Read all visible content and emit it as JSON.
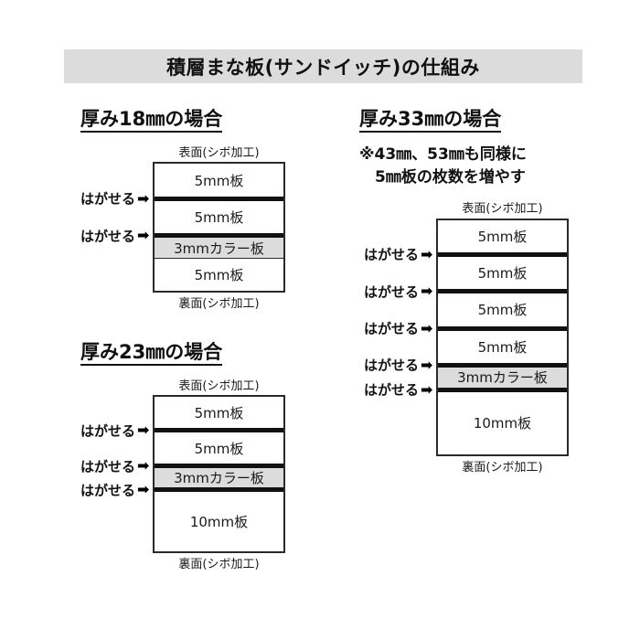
{
  "title": "積層まな板(サンドイッチ)の仕組み",
  "labels": {
    "front_face": "表面(シボ加工)",
    "back_face": "裏面(シボ加工)",
    "peelable": "はがせる",
    "arrow_icon": "➡"
  },
  "colors": {
    "title_bar_bg": "#dcdcdc",
    "color_layer_bg": "#dcdcdc",
    "outline": "#2a2a2a",
    "peel_divider": "#111111",
    "page_bg": "#ffffff"
  },
  "sections": [
    {
      "id": "thickness-18",
      "heading": "厚み18㎜の場合",
      "note": "",
      "layers": [
        {
          "label": "5mm板",
          "type": "plain",
          "peelable_top": false
        },
        {
          "label": "5mm板",
          "type": "plain",
          "peelable_top": true
        },
        {
          "label": "3mmカラー板",
          "type": "color",
          "peelable_top": true
        },
        {
          "label": "5mm板",
          "type": "plain",
          "peelable_top": false
        }
      ]
    },
    {
      "id": "thickness-23",
      "heading": "厚み23㎜の場合",
      "note": "",
      "layers": [
        {
          "label": "5mm板",
          "type": "plain",
          "peelable_top": false
        },
        {
          "label": "5mm板",
          "type": "plain",
          "peelable_top": true
        },
        {
          "label": "3mmカラー板",
          "type": "color",
          "peelable_top": true
        },
        {
          "label": "10mm板",
          "type": "plain",
          "peelable_top": true
        }
      ]
    },
    {
      "id": "thickness-33",
      "heading": "厚み33㎜の場合",
      "note": "※43㎜、53㎜も同様に\n　5㎜板の枚数を増やす",
      "layers": [
        {
          "label": "5mm板",
          "type": "plain",
          "peelable_top": false
        },
        {
          "label": "5mm板",
          "type": "plain",
          "peelable_top": true
        },
        {
          "label": "5mm板",
          "type": "plain",
          "peelable_top": true
        },
        {
          "label": "5mm板",
          "type": "plain",
          "peelable_top": true
        },
        {
          "label": "3mmカラー板",
          "type": "color",
          "peelable_top": true
        },
        {
          "label": "10mm板",
          "type": "plain",
          "peelable_top": true
        }
      ]
    }
  ]
}
